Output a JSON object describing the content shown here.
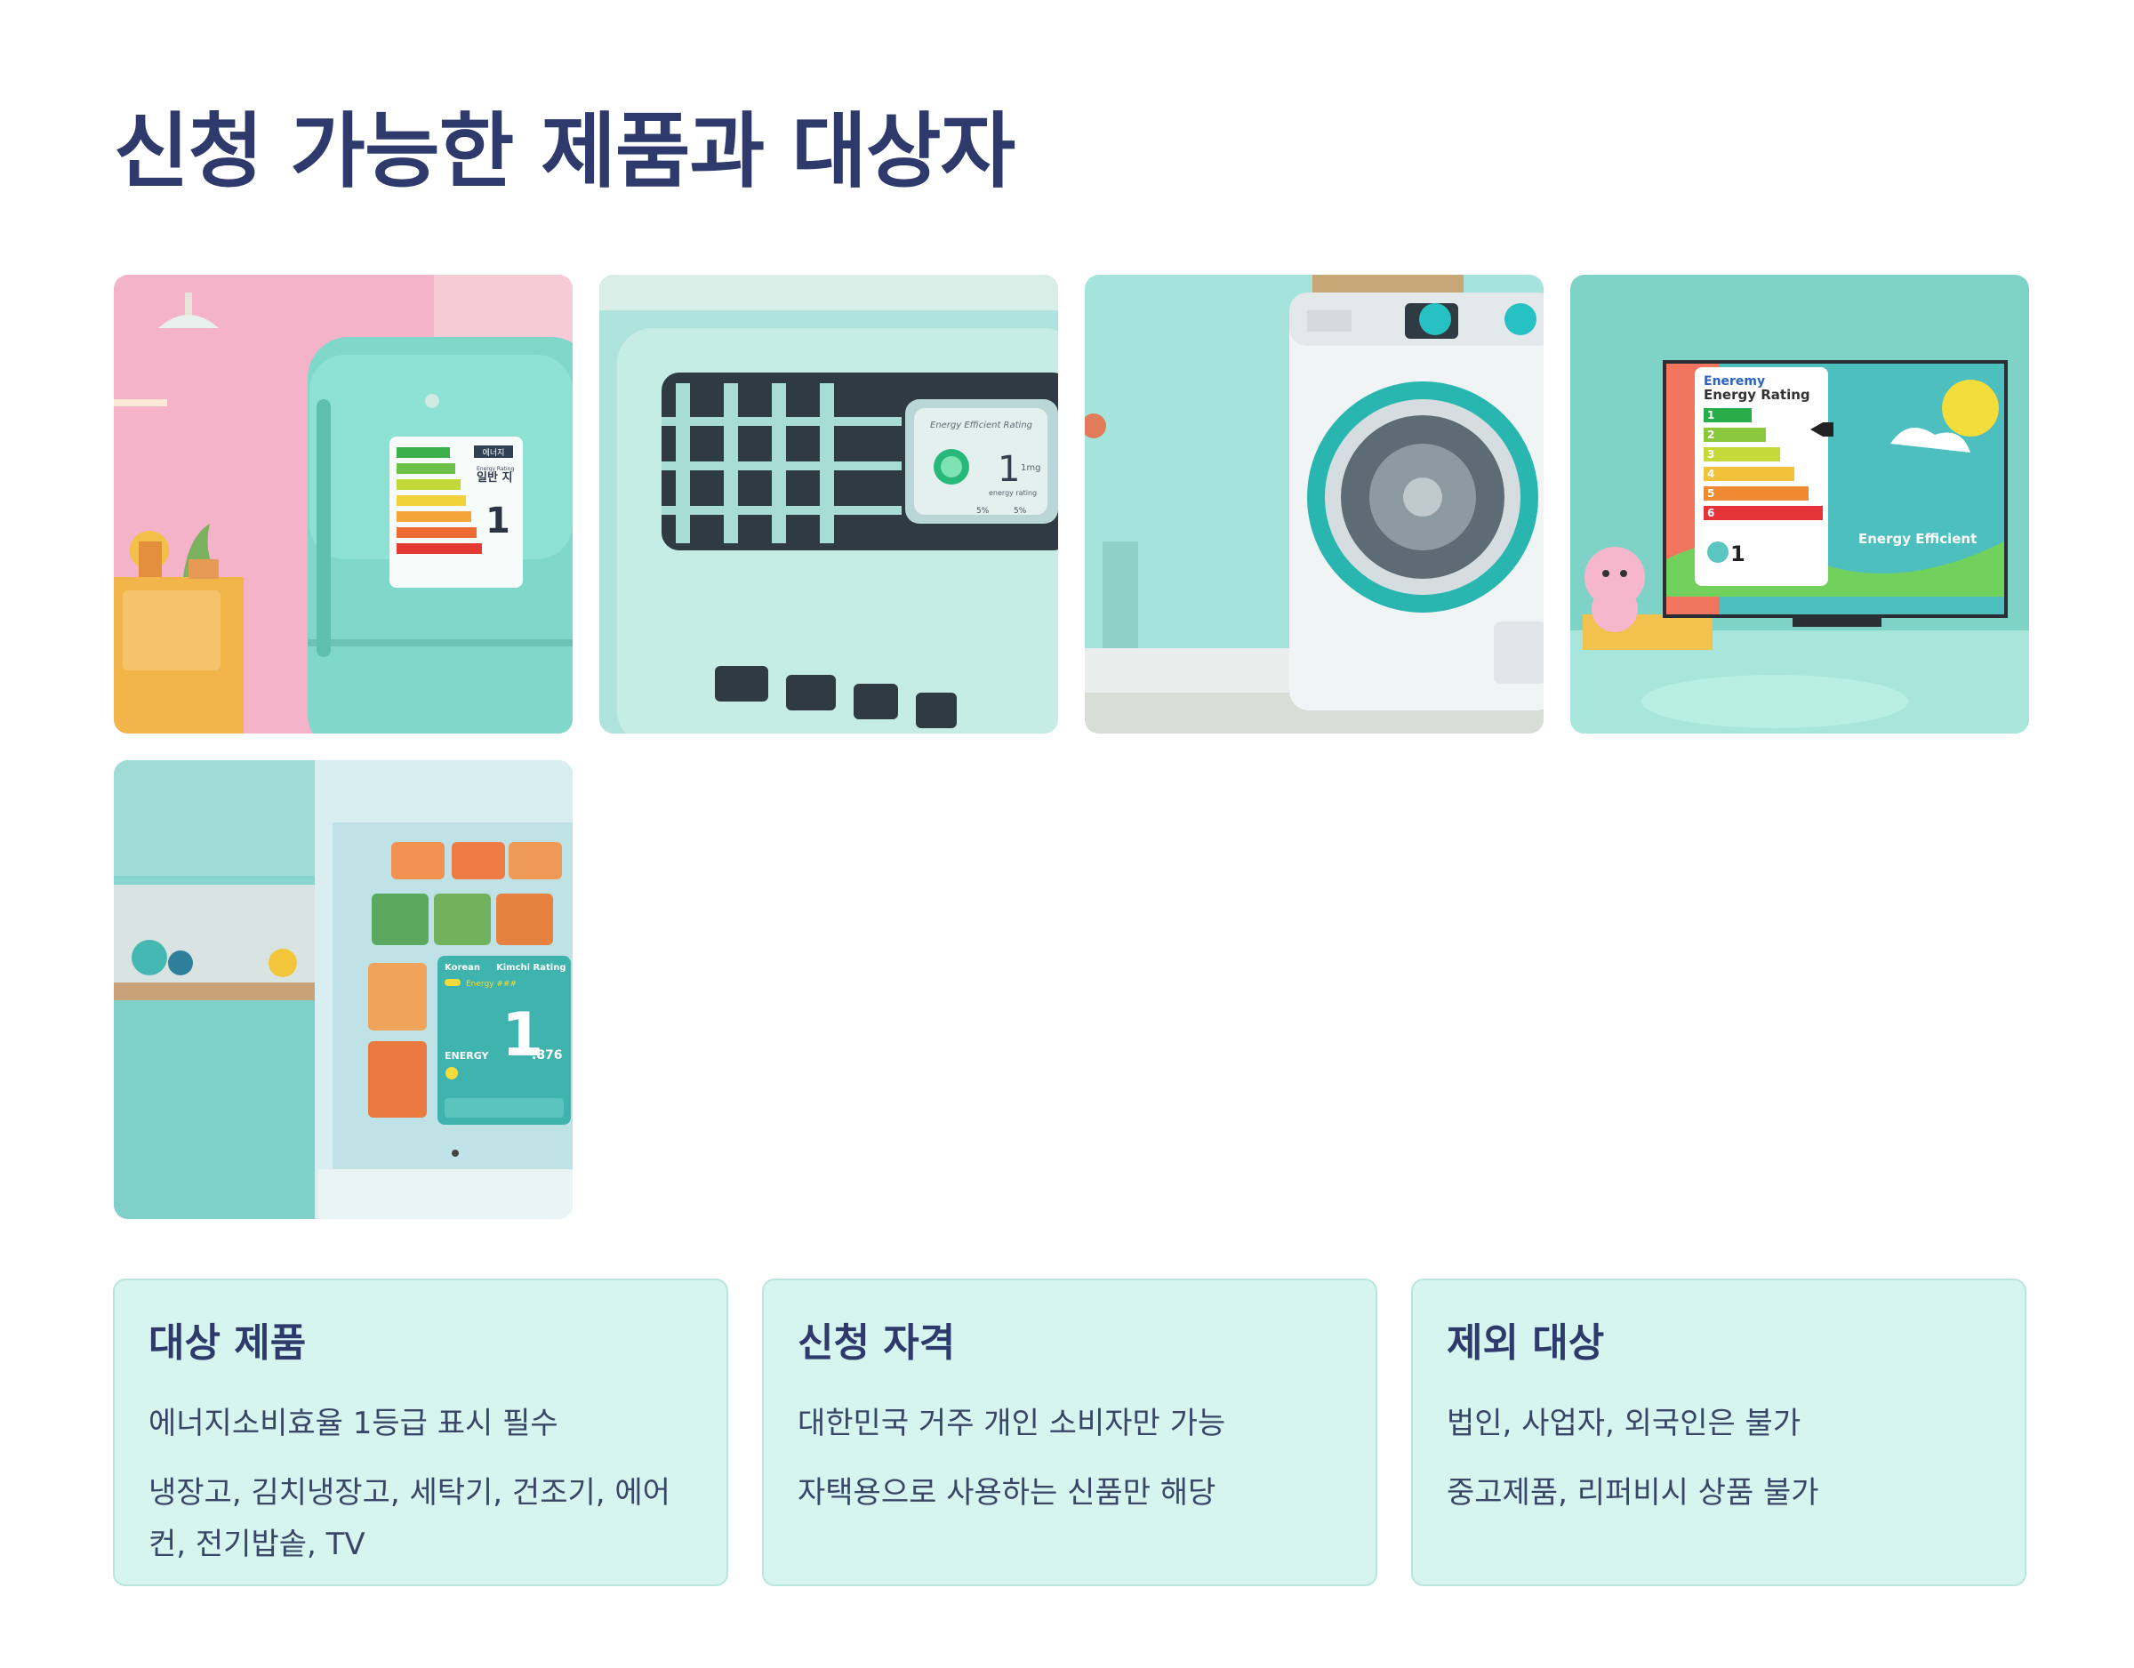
{
  "page": {
    "title": "신청 가능한 제품과 대상자"
  },
  "images": {
    "fridge": {
      "label_header": "에너지",
      "label_title": "Energy Rating",
      "label_kor": "일반 지",
      "rating": "1"
    },
    "aircon": {
      "panel_title": "Energy Efficient Rating",
      "rating": "1",
      "unit": "1mg",
      "caption": "energy rating",
      "scale_left": "5%",
      "scale_right": "5%"
    },
    "tv": {
      "title_a": "Eneremy",
      "title_b": "Energy Rating",
      "grades": [
        "1",
        "2",
        "3",
        "4",
        "5",
        "6"
      ],
      "rating": "1",
      "tag": "Energy Efficient"
    },
    "kimchi": {
      "brand": "Korean",
      "title": "Kimchi Rating",
      "sub": "Energy ###",
      "rating": "1",
      "energy_label": "ENERGY",
      "value": ".876"
    }
  },
  "cards": [
    {
      "title": "대상 제품",
      "lines": [
        "에너지소비효율 1등급 표시 필수",
        "냉장고, 김치냉장고, 세탁기, 건조기, 에어컨, 전기밥솥, TV"
      ]
    },
    {
      "title": "신청 자격",
      "lines": [
        "대한민국 거주 개인 소비자만 가능",
        "자택용으로 사용하는 신품만 해당"
      ]
    },
    {
      "title": "제외 대상",
      "lines": [
        "법인, 사업자, 외국인은 불가",
        "중고제품, 리퍼비시 상품 불가"
      ]
    }
  ]
}
